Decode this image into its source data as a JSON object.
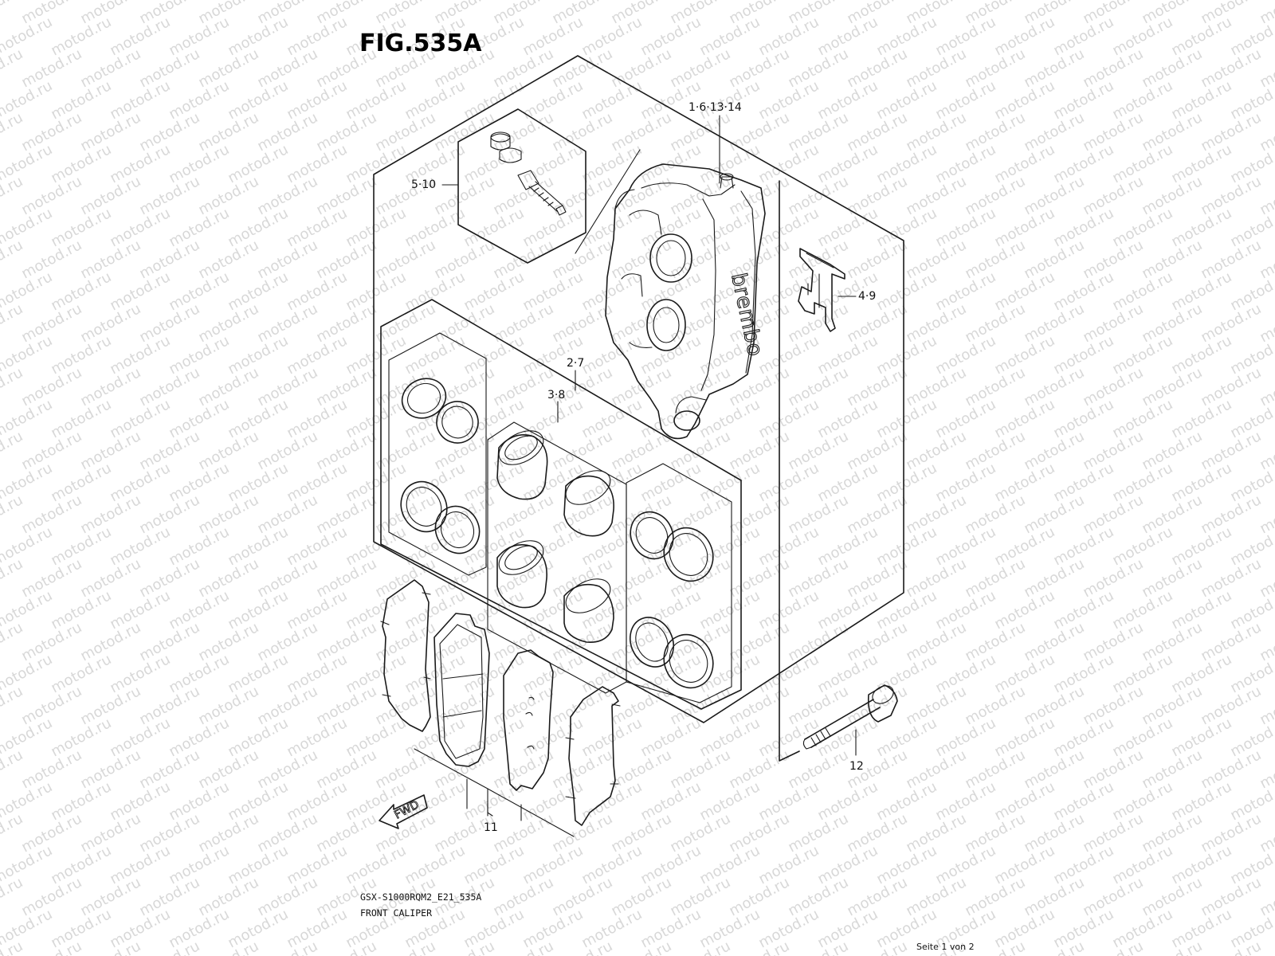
{
  "figure": {
    "title": "FIG.535A",
    "model_code": "GSX-S1000RQM2_E21_535A",
    "caption": "FRONT CALIPER",
    "page_indicator": "Seite 1 von 2"
  },
  "watermark": {
    "text": "motod.ru"
  },
  "callouts": {
    "caliper_assembly": "1·6·13·14",
    "bleeder_valve": "5·10",
    "pad_spring": "4·9",
    "piston_seal_set": "2·7",
    "piston_set": "3·8",
    "mounting_bolt": "12",
    "brake_pads": "11"
  },
  "caliper_brand": "brembo",
  "fwd_label": "FWD",
  "colors": {
    "line": "#1a1a1a",
    "watermark": "#d8d8d8",
    "background": "#ffffff"
  }
}
